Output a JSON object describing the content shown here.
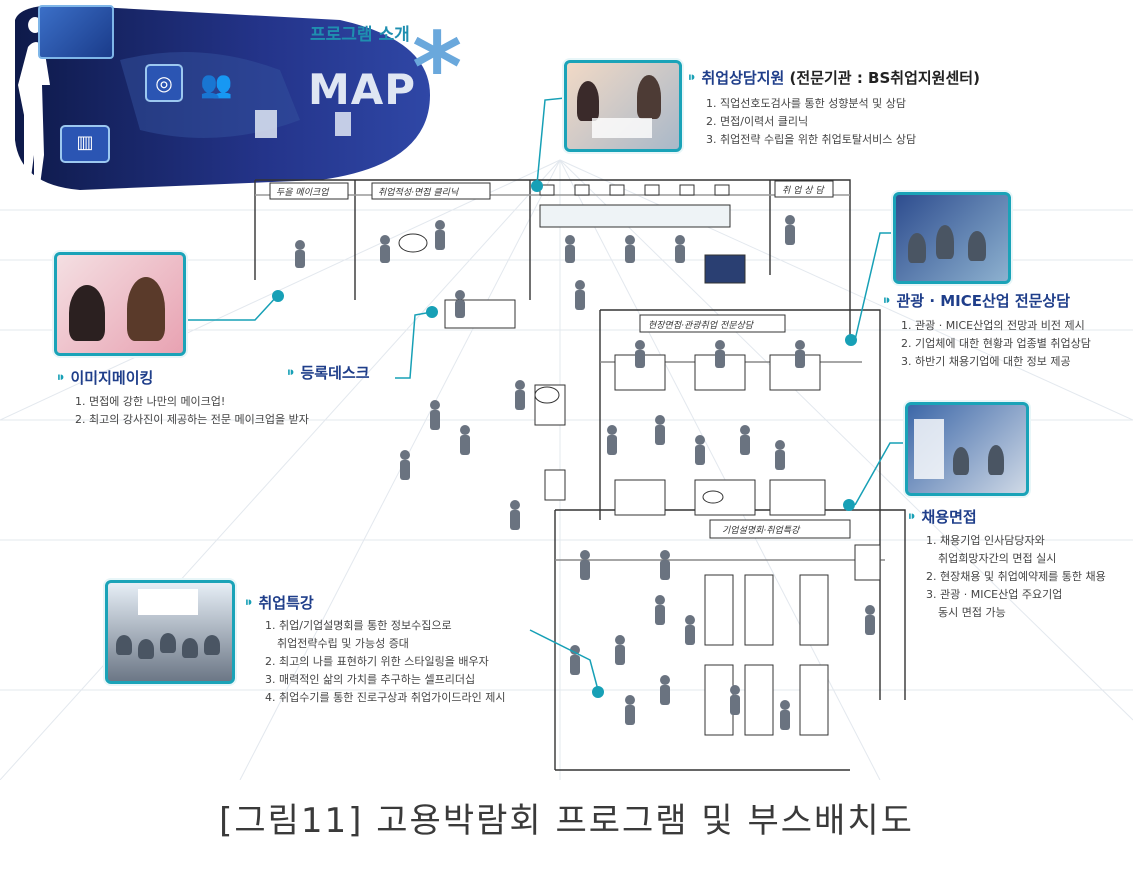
{
  "header": {
    "program_title": "프로그램 소개",
    "map_word": "MAP"
  },
  "booth_labels": {
    "makeup": "두을 메이크업",
    "writing": "취업적성·면접 클리닉",
    "consult": "취 업 상 담",
    "field": "현장면접·관광취업 전문상담",
    "lecture": "기업설명회·취업특강"
  },
  "sections": {
    "consulting": {
      "title": "취업상담지원",
      "subtitle": "(전문기관 : BS취업지원센터)",
      "items": [
        "1. 직업선호도검사를 통한 성향분석 및 상담",
        "2. 면접/이력서 클리닉",
        "3. 취업전략 수립을 위한 취업토탈서비스 상담"
      ]
    },
    "tourism": {
      "title": "관광 · MICE산업 전문상담",
      "items": [
        "1. 관광 · MICE산업의 전망과 비전 제시",
        "2. 기업체에 대한 현황과 업종별 취업상담",
        "3. 하반기 채용기업에 대한 정보 제공"
      ]
    },
    "makeup": {
      "title": "이미지메이킹",
      "items": [
        "1. 면접에 강한 나만의 메이크업!",
        "2. 최고의 강사진이 제공하는 전문 메이크업을 받자"
      ]
    },
    "registration": {
      "title": "등록데스크"
    },
    "interview": {
      "title": "채용면접",
      "items": [
        "1. 채용기업 인사담당자와",
        "취업희망자간의 면접 실시",
        "2. 현장채용 및 취업예약제를 통한 채용",
        "3. 관광 · MICE산업 주요기업",
        "동시 면접 가능"
      ]
    },
    "lecture": {
      "title": "취업특강",
      "items": [
        "1. 취업/기업설명회를 통한 정보수집으로",
        "취업전략수립 및 가능성 증대",
        "2. 최고의 나를 표현하기 위한 스타일링을 배우자",
        "3. 매력적인 삶의 가치를 추구하는 셀프리더십",
        "4. 취업수기를 통한 진로구상과 취업가이드라인 제시"
      ]
    }
  },
  "caption": "[그림11] 고용박람회 프로그램 및 부스배치도",
  "colors": {
    "accent": "#17a0b6",
    "title": "#1f3e8a",
    "banner": "#1c2a66"
  },
  "icons": [
    "asterisk-icon",
    "section-marker-icon",
    "person-silhouette-icon",
    "chart-icon"
  ]
}
